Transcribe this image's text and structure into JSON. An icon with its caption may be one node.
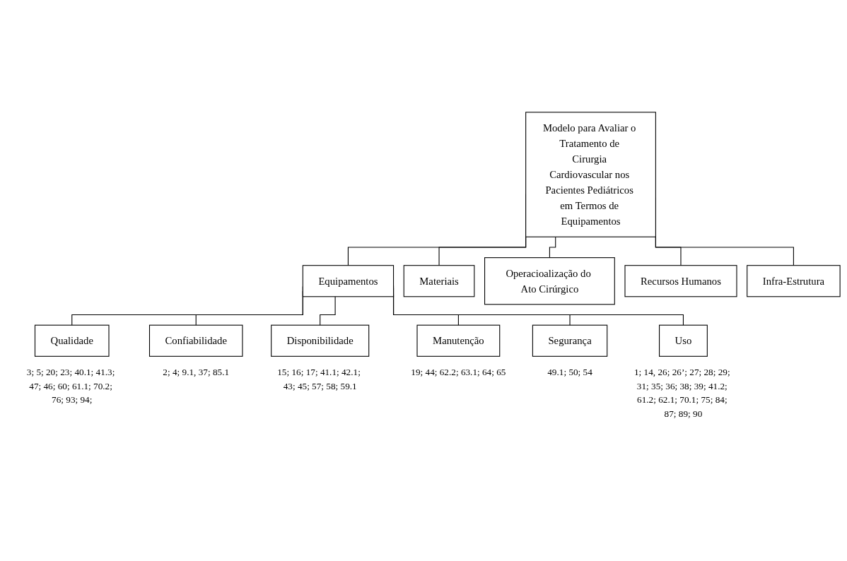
{
  "diagram": {
    "nodes": [
      {
        "text": [
          "Modelo para Avaliar o Tratamento de Cirurgia Cardiovascular nos Pacientes Pediátricos em Termos de Equipamentos"
        ]
      },
      {
        "text": [
          "Equipamentos"
        ]
      },
      {
        "text": [
          "Materiais"
        ]
      },
      {
        "text": [
          "Operacioalização do Ato Cirúrgico"
        ]
      },
      {
        "text": [
          "Recursos Humanos"
        ]
      },
      {
        "text": [
          "Infra-Estrutura"
        ]
      },
      {
        "text": [
          "Qualidade"
        ],
        "beside": [
          "3; 5; 20; 23; 40.1; 41.3; 47; 46; 60; 61.1; 70.2; 76; 93; 94;"
        ]
      },
      {
        "text": [
          "Confiabilidade"
        ],
        "beside": [
          "2; 4; 9.1, 37; 85.1"
        ]
      },
      {
        "text": [
          "Disponibilidade"
        ],
        "beside": [
          "15; 16; 17; 41.1; 42.1; 43; 45; 57; 58; 59.1"
        ]
      },
      {
        "text": [
          "Manutenção"
        ],
        "beside": [
          "19; 44; 62.2; 63.1; 64; 65"
        ]
      },
      {
        "text": [
          "Segurança"
        ],
        "beside": [
          "49.1; 50; 54"
        ]
      },
      {
        "text": [
          "Uso"
        ],
        "beside": [
          "1; 14, 26; 26’; 27; 28; 29; 31; 35; 36; 38; 39; 41.2; 61.2; 62.1; 70.1; 75; 84; 87; 89; 90"
        ]
      }
    ],
    "edges": [
      {
        "from": 0,
        "to": 1,
        "arrow": "none"
      },
      {
        "from": 0,
        "to": 2,
        "arrow": "none"
      },
      {
        "from": 0,
        "to": 3,
        "arrow": "none"
      },
      {
        "from": 0,
        "to": 4,
        "arrow": "none"
      },
      {
        "from": 0,
        "to": 5,
        "arrow": "none"
      },
      {
        "from": 1,
        "to": 6,
        "arrow": "none"
      },
      {
        "from": 1,
        "to": 7,
        "arrow": "none"
      },
      {
        "from": 1,
        "to": 8,
        "arrow": "none"
      },
      {
        "from": 1,
        "to": 9,
        "arrow": "none"
      },
      {
        "from": 1,
        "to": 10,
        "arrow": "none"
      },
      {
        "from": 1,
        "to": 11,
        "arrow": "none"
      }
    ]
  }
}
